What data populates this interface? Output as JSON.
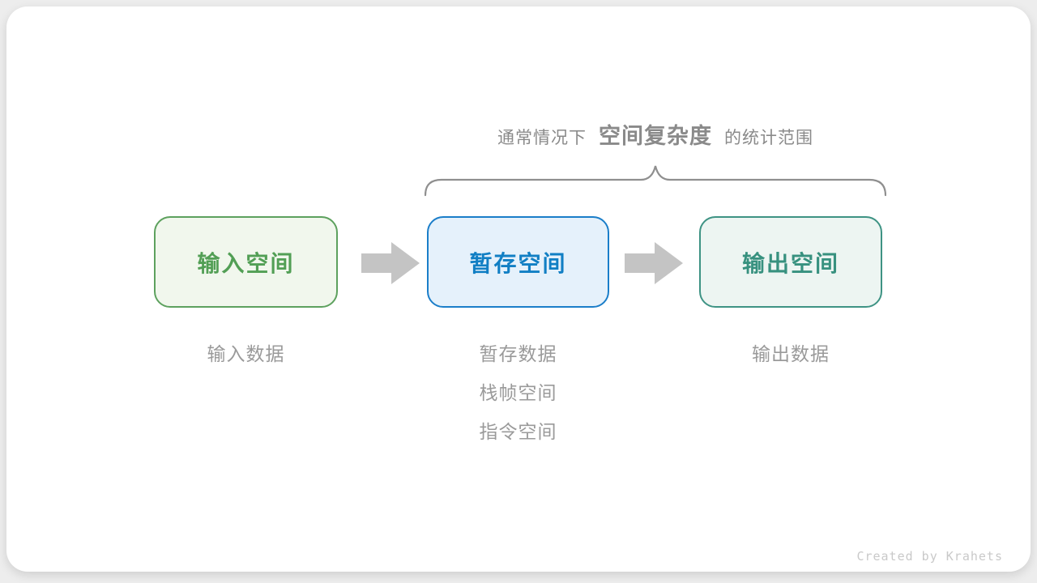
{
  "header": {
    "prefix": "通常情况下",
    "highlight": "空间复杂度",
    "suffix": "的统计范围"
  },
  "boxes": [
    {
      "id": "input-space",
      "label": "输入空间",
      "text_color": "#529f55",
      "border_color": "#5da15e",
      "fill_color": "#f1f7ed",
      "sub": [
        "输入数据"
      ]
    },
    {
      "id": "temp-space",
      "label": "暂存空间",
      "text_color": "#117fc4",
      "border_color": "#1b7ec9",
      "fill_color": "#e5f1fb",
      "sub": [
        "暂存数据",
        "栈帧空间",
        "指令空间"
      ]
    },
    {
      "id": "output-space",
      "label": "输出空间",
      "text_color": "#37917f",
      "border_color": "#3e9384",
      "fill_color": "#edf5f2",
      "sub": [
        "输出数据"
      ]
    }
  ],
  "icons": {
    "arrow_right": "block-arrow-right",
    "brace": "horizontal-curly-brace"
  },
  "colors": {
    "caption_text": "#8a8a8a",
    "brace_stroke": "#8f8f8f",
    "arrow_fill": "#c4c4c4",
    "sub_label_text": "#9a9a9a",
    "card_background": "#ffffff",
    "page_background": "#ededed",
    "credit_text": "#c9c9c9"
  },
  "credit": "Created by Krahets"
}
